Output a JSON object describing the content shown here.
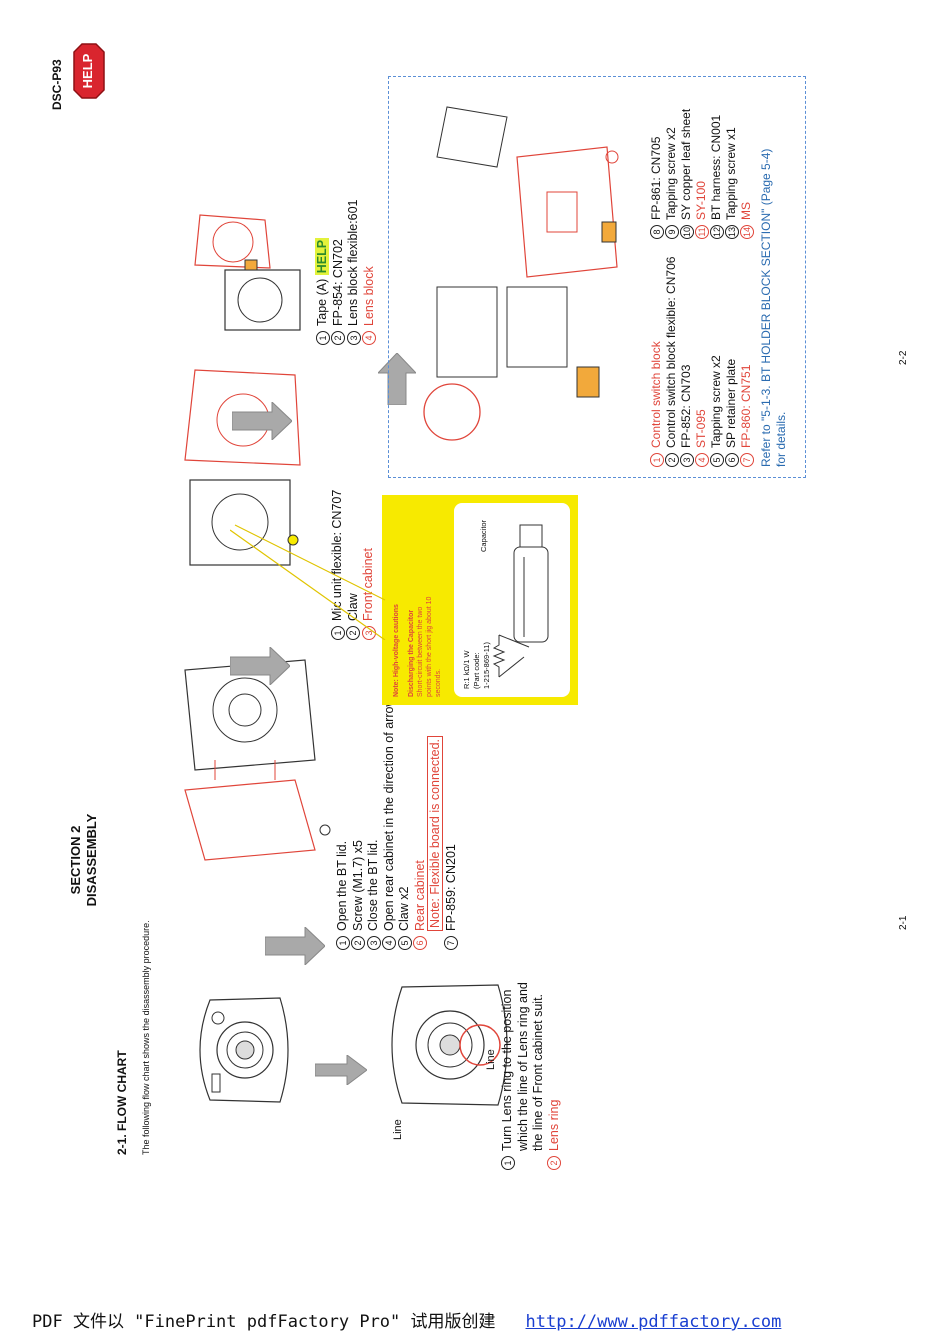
{
  "header": {
    "model": "DSC-P93",
    "help_badge": "HELP"
  },
  "section": {
    "title_line1": "SECTION 2",
    "title_line2": "DISASSEMBLY",
    "flow_heading": "2-1.  FLOW CHART",
    "intro": "The following flow chart shows the disassembly procedure."
  },
  "step1": {
    "line_label_left": "Line",
    "line_label_right": "Line",
    "items": [
      {
        "n": "1",
        "text": "Turn Lens ring to the position",
        "red": false
      },
      {
        "n": "",
        "text": "which the line of Lens ring and",
        "red": false
      },
      {
        "n": "",
        "text": "the line of Front cabinet suit.",
        "red": false
      },
      {
        "n": "2",
        "text": "Lens ring",
        "red": true
      }
    ]
  },
  "step2": {
    "items": [
      {
        "n": "1",
        "text": "Open the BT lid.",
        "red": false
      },
      {
        "n": "2",
        "text": "Screw (M1.7) x5",
        "red": false
      },
      {
        "n": "3",
        "text": "Close the BT lid.",
        "red": false
      },
      {
        "n": "4",
        "text": "Open rear cabinet in the direction of arrow.",
        "red": false
      },
      {
        "n": "5",
        "text": "Claw x2",
        "red": false
      },
      {
        "n": "6",
        "text": "Rear cabinet",
        "red": true
      },
      {
        "n": "",
        "text": "Note: Flexible board is connected.",
        "red": true,
        "boxed": true
      },
      {
        "n": "7",
        "text": "FP-859: CN201",
        "red": false
      }
    ]
  },
  "step3": {
    "items": [
      {
        "n": "1",
        "text": "Mic unit flexible: CN707",
        "red": false
      },
      {
        "n": "2",
        "text": "Claw",
        "red": false
      },
      {
        "n": "3",
        "text": "Front cabinet",
        "red": true
      }
    ],
    "note": {
      "line1": "Note: High-voltage cautions",
      "line2": "Discharging the Capacitor",
      "line3": "Short-circuit between the two",
      "line4": "points with the short jig about 10",
      "line5": "seconds.",
      "resistor": "R:1 kΩ/1 W",
      "part_code_label": "(Part code:",
      "part_code": "1-215-869-11)",
      "capacitor": "Capacitor"
    }
  },
  "step4": {
    "items": [
      {
        "n": "1",
        "text": "Tape (A)",
        "red": false,
        "help": "HELP"
      },
      {
        "n": "2",
        "text": "FP-854: CN702",
        "red": false
      },
      {
        "n": "3",
        "text": "Lens block flexible:601",
        "red": false
      },
      {
        "n": "4",
        "text": "Lens block",
        "red": true
      }
    ]
  },
  "step5": {
    "left_items": [
      {
        "n": "1",
        "text": "Control switch block",
        "red": true
      },
      {
        "n": "2",
        "text": "Control switch block flexible: CN706",
        "red": false
      },
      {
        "n": "3",
        "text": "FP-852: CN703",
        "red": false
      },
      {
        "n": "4",
        "text": "ST-095",
        "red": true
      },
      {
        "n": "5",
        "text": "Tapping screw x2",
        "red": false
      },
      {
        "n": "6",
        "text": "SP retainer plate",
        "red": false
      },
      {
        "n": "7",
        "text": "FP-860: CN751",
        "red": true
      }
    ],
    "right_items": [
      {
        "n": "8",
        "text": "FP-861: CN705",
        "red": false
      },
      {
        "n": "9",
        "text": "Tapping screw x2",
        "red": false
      },
      {
        "n": "10",
        "text": "SY copper leaf sheet",
        "red": false
      },
      {
        "n": "11",
        "text": "SY-100",
        "red": true
      },
      {
        "n": "12",
        "text": "BT harness: CN001",
        "red": false
      },
      {
        "n": "13",
        "text": "Tapping screw x1",
        "red": false
      },
      {
        "n": "14",
        "text": "MS",
        "red": true
      }
    ],
    "refer_line1": "Refer to \"5-1-3. BT HOLDER BLOCK SECTION\" (Page 5-4)",
    "refer_line2": "for details."
  },
  "page_numbers": {
    "left": "2-1",
    "right": "2-2"
  },
  "footer": {
    "text": "PDF 文件以 \"FinePrint pdfFactory Pro\" 试用版创建",
    "link": "http://www.pdffactory.com"
  },
  "colors": {
    "red_text": "#e0453a",
    "blue_text": "#2a6bb0",
    "note_yellow": "#f7ea00",
    "dashed_border": "#5b8fd6",
    "arrow_gray": "#a9a9a9",
    "help_red": "#d9252e"
  }
}
